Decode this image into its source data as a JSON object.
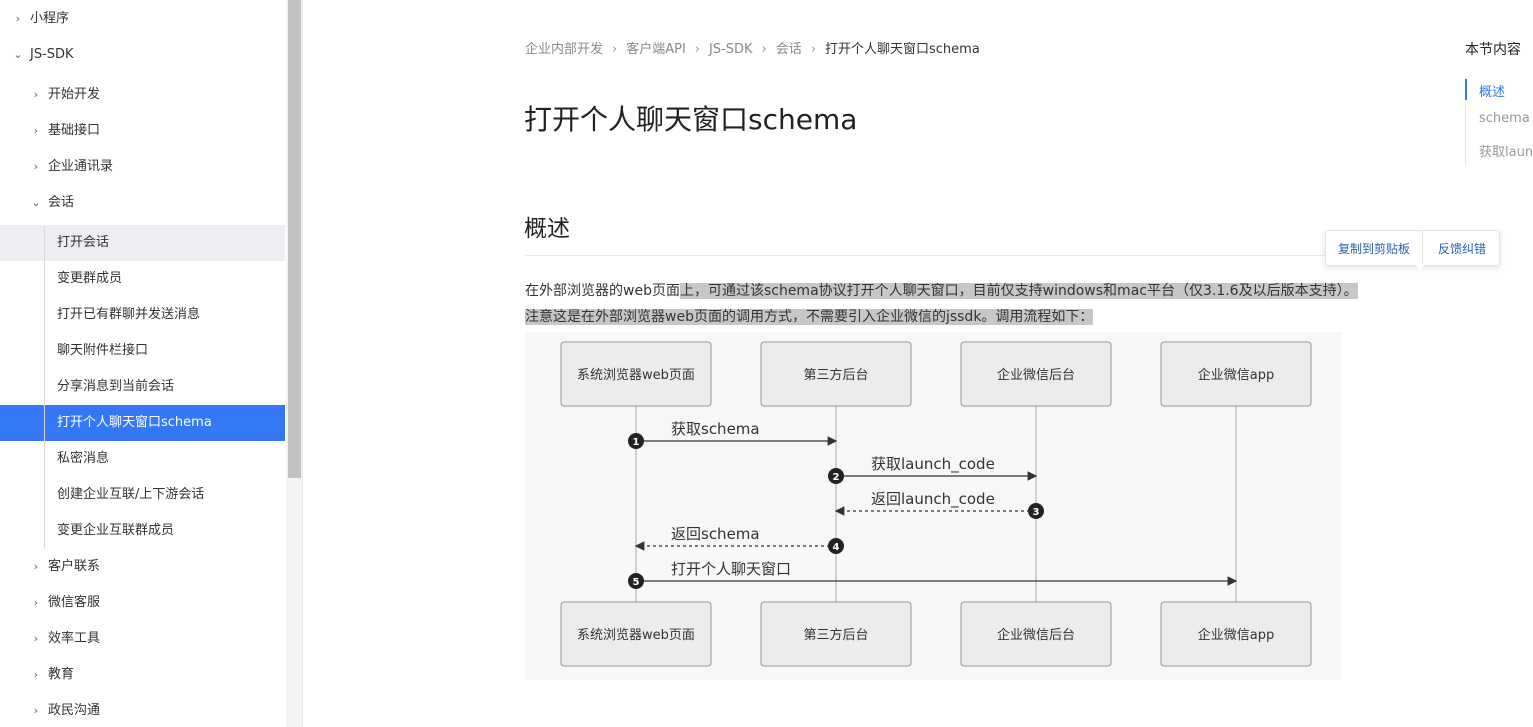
{
  "sidebar": {
    "items": [
      {
        "label": "小程序",
        "expanded": false
      },
      {
        "label": "JS-SDK",
        "expanded": true
      },
      {
        "label": "开始开发",
        "expanded": false
      },
      {
        "label": "基础接口",
        "expanded": false
      },
      {
        "label": "企业通讯录",
        "expanded": false
      },
      {
        "label": "会话",
        "expanded": true
      },
      {
        "label": "打开会话"
      },
      {
        "label": "变更群成员"
      },
      {
        "label": "打开已有群聊并发送消息"
      },
      {
        "label": "聊天附件栏接口"
      },
      {
        "label": "分享消息到当前会话"
      },
      {
        "label": "打开个人聊天窗口schema",
        "active": true
      },
      {
        "label": "私密消息"
      },
      {
        "label": "创建企业互联/上下游会话"
      },
      {
        "label": "变更企业互联群成员"
      },
      {
        "label": "客户联系",
        "expanded": false
      },
      {
        "label": "微信客服",
        "expanded": false
      },
      {
        "label": "效率工具",
        "expanded": false
      },
      {
        "label": "教育",
        "expanded": false
      },
      {
        "label": "政民沟通",
        "expanded": false
      }
    ]
  },
  "breadcrumb": [
    "企业内部开发",
    "客户端API",
    "JS-SDK",
    "会话",
    "打开个人聊天窗口schema"
  ],
  "page_title": "打开个人聊天窗口schema",
  "section_title": "概述",
  "paragraph": {
    "line1_a": "在外部浏览器的web页面",
    "line1_b": "上，可通过该schema协议打开个人聊天窗口，目前仅支持windows和mac平台（仅3.1.6及以后版本支持）。",
    "line2": "注意这是在外部浏览器web页面的调用方式，不需要引入企业微信的jssdk。调用流程如下："
  },
  "tooltip": {
    "copy": "复制到剪贴板",
    "feedback": "反馈纠错"
  },
  "diagram": {
    "participants": [
      "系统浏览器web页面",
      "第三方后台",
      "企业微信后台",
      "企业微信app"
    ],
    "messages": [
      {
        "n": "1",
        "label": "获取schema",
        "from": 0,
        "to": 1,
        "dashed": false
      },
      {
        "n": "2",
        "label": "获取launch_code",
        "from": 1,
        "to": 2,
        "dashed": false
      },
      {
        "n": "3",
        "label": "返回launch_code",
        "from": 2,
        "to": 1,
        "dashed": true
      },
      {
        "n": "4",
        "label": "返回schema",
        "from": 1,
        "to": 0,
        "dashed": true
      },
      {
        "n": "5",
        "label": "打开个人聊天窗口",
        "from": 0,
        "to": 3,
        "dashed": false
      }
    ]
  },
  "toc": {
    "title": "本节内容",
    "items": [
      "概述",
      "schema",
      "获取laun"
    ]
  },
  "colors": {
    "accent": "#3478f6",
    "highlight": "#c7c7c7"
  }
}
